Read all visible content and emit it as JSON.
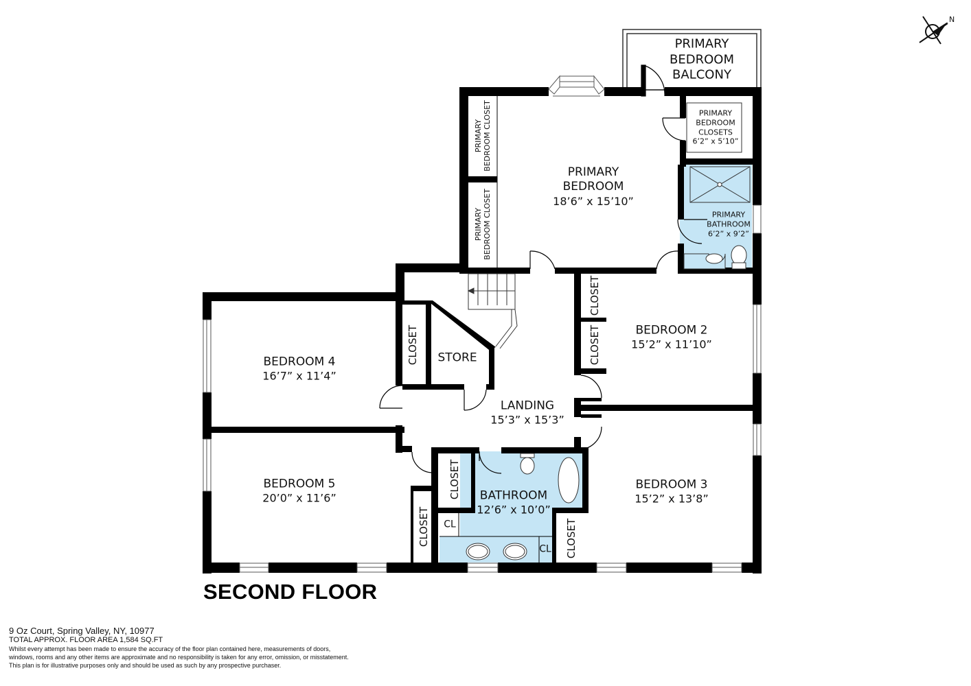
{
  "floor": {
    "title": "SECOND FLOOR",
    "wall_color": "#000000",
    "bath_color": "#c5e5f5",
    "background": "#ffffff"
  },
  "rooms": {
    "balcony": {
      "name_lines": [
        "PRIMARY",
        "BEDROOM",
        "BALCONY"
      ]
    },
    "primary_bedroom": {
      "name_lines": [
        "PRIMARY",
        "BEDROOM"
      ],
      "dims": "18’6” x 15’10”"
    },
    "primary_closets": {
      "name_lines": [
        "PRIMARY",
        "BEDROOM",
        "CLOSETS"
      ],
      "dims": "6’2” x 5’10”"
    },
    "primary_bathroom": {
      "name_lines": [
        "PRIMARY",
        "BATHROOM"
      ],
      "dims": "6’2” x 9’2”"
    },
    "primary_closet_upper": {
      "name_lines": [
        "PRIMARY",
        "BEDROOM CLOSET"
      ]
    },
    "primary_closet_lower": {
      "name_lines": [
        "PRIMARY",
        "BEDROOM CLOSET"
      ]
    },
    "bedroom2": {
      "name": "BEDROOM 2",
      "dims": "15’2” x 11’10”"
    },
    "bedroom3": {
      "name": "BEDROOM 3",
      "dims": "15’2” x 13’8”"
    },
    "bedroom4": {
      "name": "BEDROOM 4",
      "dims": "16’7” x 11’4”"
    },
    "bedroom5": {
      "name": "BEDROOM 5",
      "dims": "20’0” x 11’6”"
    },
    "landing": {
      "name": "LANDING",
      "dims": "15’3” x 15’3”"
    },
    "bathroom": {
      "name": "BATHROOM",
      "dims": "12’6” x 10’0”"
    },
    "store": {
      "name": "STORE"
    },
    "closet_label": "CLOSET",
    "cl_label": "CL"
  },
  "compass": {
    "label": "N",
    "icon": "north-arrow-icon"
  },
  "footer": {
    "address": "9 Oz Court, Spring Valley, NY, 10977",
    "total_area": "TOTAL APPROX. FLOOR AREA 1,584 SQ.FT",
    "disclaimer_lines": [
      "Whilst every attempt has been made to ensure the accuracy of the floor plan contained here, measurements of doors,",
      "windows, rooms and any other items are approximate and no responsibility is taken for any error, omission, or misstatement.",
      "This plan is for illustrative purposes only and should be used as such by any prospective purchaser."
    ]
  }
}
